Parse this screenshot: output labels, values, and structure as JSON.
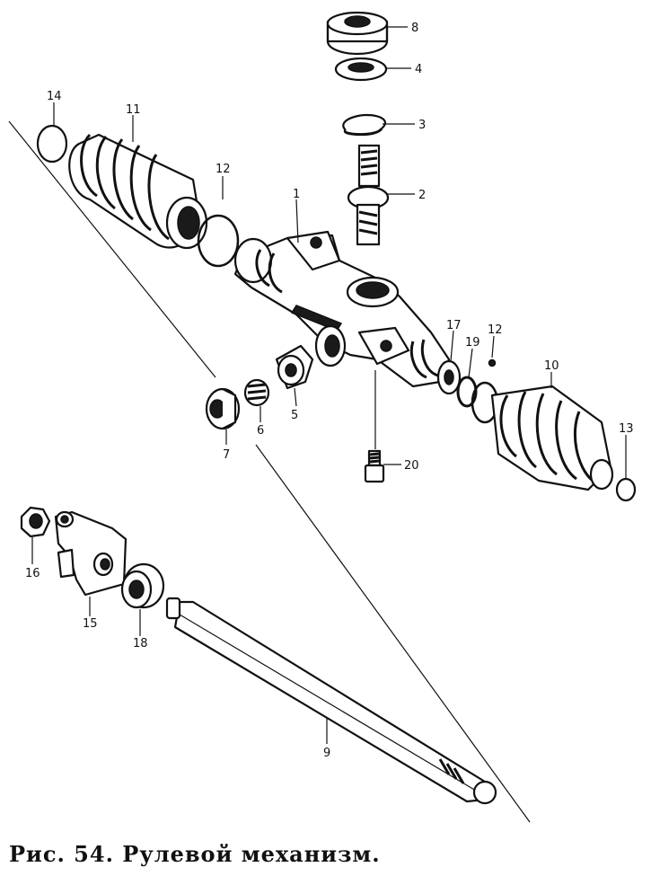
{
  "caption": "Рис. 54. Рулевой механизм.",
  "callouts": {
    "p1": "1",
    "p2": "2",
    "p3": "3",
    "p4": "4",
    "p5": "5",
    "p6": "6",
    "p7": "7",
    "p8": "8",
    "p9": "9",
    "p10": "10",
    "p11": "11",
    "p12a": "12",
    "p12b": "12",
    "p13": "13",
    "p14": "14",
    "p15": "15",
    "p16": "16",
    "p17": "17",
    "p18": "18",
    "p19": "19",
    "p20": "20"
  }
}
